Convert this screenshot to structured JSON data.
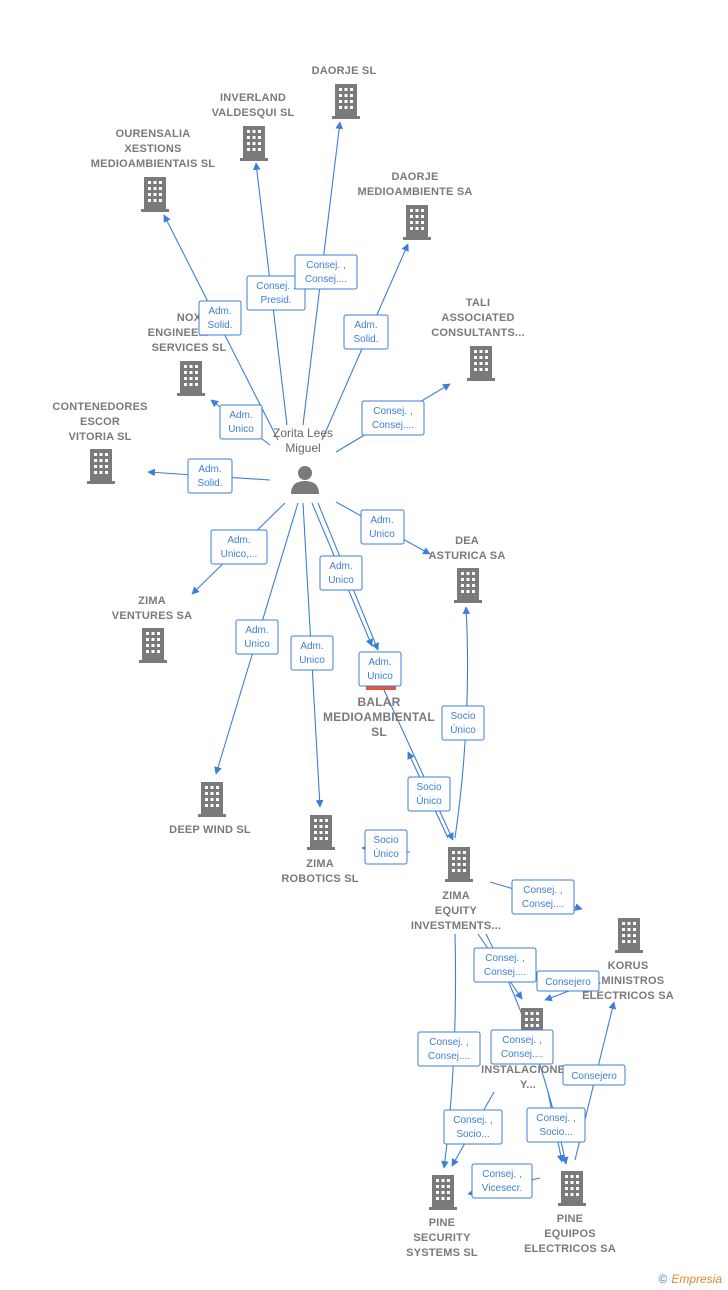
{
  "person": {
    "label": [
      "Zorita Lees",
      "Miguel"
    ]
  },
  "companies": {
    "daorje": [
      "DAORJE SL"
    ],
    "inverland": [
      "INVERLAND",
      "VALDESQUI SL"
    ],
    "ourensalia": [
      "OURENSALIA",
      "XESTIONS",
      "MEDIOAMBIENTAIS SL"
    ],
    "daorje_medio": [
      "DAORJE",
      "MEDIOAMBIENTE SA"
    ],
    "tali": [
      "TALI",
      "ASSOCIATED",
      "CONSULTANTS..."
    ],
    "nox": [
      "NOX",
      "ENGINEE...",
      "SERVICES  SL"
    ],
    "contenedores": [
      "CONTENEDORES",
      "ESCOR",
      "VITORIA SL"
    ],
    "dea": [
      "DEA",
      "ASTURICA SA"
    ],
    "zima_ventures": [
      "ZIMA",
      "VENTURES SA"
    ],
    "balar": [
      "BALAR",
      "MEDIOAMBIENTAL",
      "SL"
    ],
    "deep_wind": [
      "DEEP WIND  SL"
    ],
    "zima_robotics": [
      "ZIMA",
      "ROBOTICS  SL"
    ],
    "zima_equity": [
      "ZIMA",
      "EQUITY",
      "INVESTMENTS..."
    ],
    "korus": [
      "KORUS",
      "...MINISTROS",
      "ELECTRICOS SA"
    ],
    "instalaciones": [
      "INSTALACIONE...",
      "Y..."
    ],
    "pine_security": [
      "PINE",
      "SECURITY",
      "SYSTEMS  SL"
    ],
    "pine_equipos": [
      "PINE",
      "EQUIPOS",
      "ELECTRICOS SA"
    ]
  },
  "relations": {
    "r_ourensalia": [
      "Adm.",
      "Solid."
    ],
    "r_inverland": [
      "Consej. ,",
      "Presid."
    ],
    "r_daorje": [
      "Consej. ,",
      "Consej...."
    ],
    "r_daorje_medio": [
      "Adm.",
      "Solid."
    ],
    "r_tali": [
      "Consej. ,",
      "Consej...."
    ],
    "r_nox": [
      "Adm.",
      "Unico"
    ],
    "r_contenedores": [
      "Adm.",
      "Solid."
    ],
    "r_dea": [
      "Adm.",
      "Unico"
    ],
    "r_zima_ventures": [
      "Adm.",
      "Unico,..."
    ],
    "r_balar_a": [
      "Adm.",
      "Unico"
    ],
    "r_balar_b": [
      "Adm.",
      "Unico"
    ],
    "r_deep_wind": [
      "Adm.",
      "Unico"
    ],
    "r_zima_robotics": [
      "Adm.",
      "Unico"
    ],
    "r_dea_socio": [
      "Socio",
      "Único"
    ],
    "r_balar_socio": [
      "Socio",
      "Único"
    ],
    "r_robotics_socio": [
      "Socio",
      "Único"
    ],
    "r_zima_eq_1": [
      "Consej. ,",
      "Consej...."
    ],
    "r_zima_eq_2": [
      "Consej. ,",
      "Consej...."
    ],
    "r_korus_1": [
      "Consejero"
    ],
    "r_zima_eq_3": [
      "Consej. ,",
      "Consej...."
    ],
    "r_zima_eq_4": [
      "Consej. ,",
      "Consej...."
    ],
    "r_korus_2": [
      "Consejero"
    ],
    "r_pine_sec_1": [
      "Consej. ,",
      "Socio..."
    ],
    "r_pine_eq_1": [
      "Consej. ,",
      "Socio..."
    ],
    "r_pine_sec_2": [
      "Consej. ,",
      "Vicesecr."
    ]
  },
  "footer": {
    "copyright": "©",
    "brand": "Empresia"
  },
  "colors": {
    "edge": "#3d7fd6",
    "building": "#7a7a7a",
    "highlight": "#e8553a"
  }
}
